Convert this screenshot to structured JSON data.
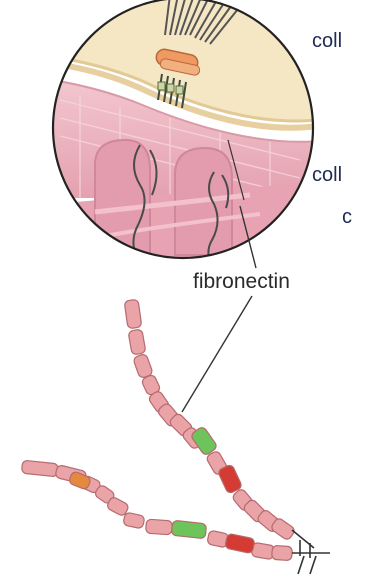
{
  "labels": {
    "top_cut": "coll",
    "middle_cut": "coll",
    "lower_cut": "c",
    "fibronectin": "fibronectin"
  },
  "colors": {
    "membrane_fill": "#f5e6c4",
    "membrane_line": "#e2c995",
    "tissue_pink": "#e9a9b6",
    "tissue_pink_dark": "#c97b8f",
    "domain_pink": "#eaa3a7",
    "domain_outline": "#b56b6f",
    "domain_green": "#6cc45a",
    "domain_red": "#d43b33",
    "domain_orange": "#e38a3e",
    "integrin_orange": "#ef9a62",
    "stroke_dark": "#333333"
  },
  "icons": [
    "magnified-detail-circle",
    "integrin-receptor",
    "collagen-fibril",
    "fibronectin-dimer"
  ]
}
